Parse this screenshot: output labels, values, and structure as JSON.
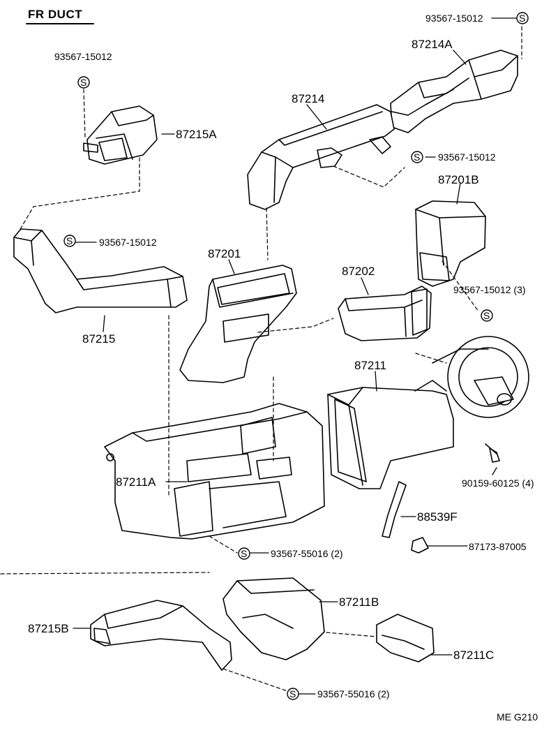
{
  "title": "FR  DUCT",
  "footer_code": "ME  G210",
  "screw_symbol": "S",
  "parts": {
    "p87214A": "87214A",
    "p87214": "87214",
    "p87215A": "87215A",
    "p87215": "87215",
    "p87201": "87201",
    "p87201B": "87201B",
    "p87202": "87202",
    "p87211": "87211",
    "p87211A": "87211A",
    "p88539F": "88539F",
    "p87211B": "87211B",
    "p87215B": "87215B",
    "p87211C": "87211C"
  },
  "fasteners": {
    "f_top_right": "93567-15012",
    "f_top_left": "93567-15012",
    "f_mid_right": "93567-15012",
    "f_left_duct": "93567-15012",
    "f_87201b": "93567-15012 (3)",
    "f_screw_bolt": "90159-60125 (4)",
    "f_clip": "87173-87005",
    "f_heater": "93567-55016 (2)",
    "f_bottom": "93567-55016 (2)"
  }
}
